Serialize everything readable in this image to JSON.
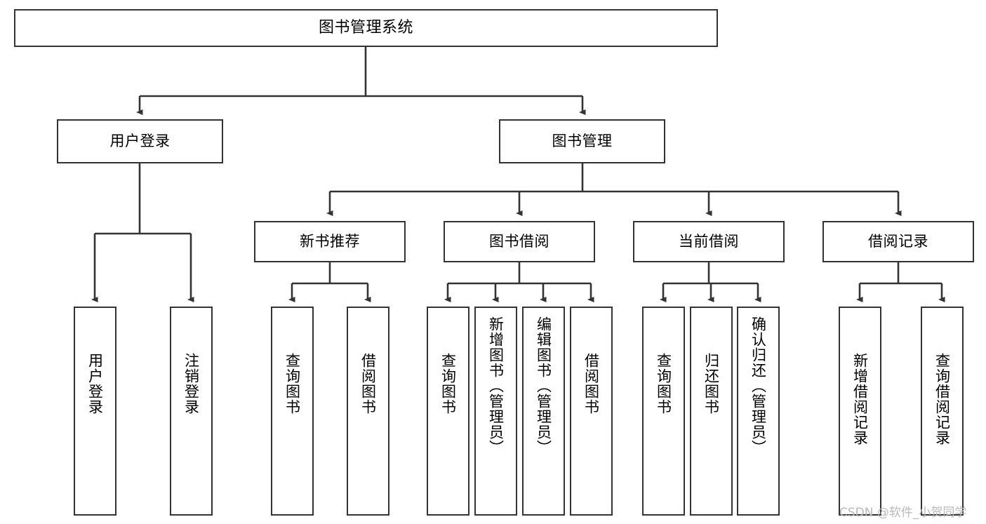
{
  "diagram": {
    "title": "图书管理系统",
    "type": "tree",
    "colors": {
      "border": "#333333",
      "box_fill": "#ffffff",
      "edge": "#333333",
      "text": "#000000",
      "watermark": "#b9b9b9"
    },
    "root": {
      "label": "图书管理系统"
    },
    "level2": [
      {
        "label": "用户登录"
      },
      {
        "label": "图书管理"
      }
    ],
    "level3": [
      {
        "label": "新书推荐"
      },
      {
        "label": "图书借阅"
      },
      {
        "label": "当前借阅"
      },
      {
        "label": "借阅记录"
      }
    ],
    "leaves": {
      "user_login": [
        {
          "label": "用户登录"
        },
        {
          "label": "注销登录"
        }
      ],
      "new_book": [
        {
          "label": "查询图书"
        },
        {
          "label": "借阅图书"
        }
      ],
      "book_borrow": [
        {
          "label": "查询图书"
        },
        {
          "label": "新增图书（管理员）"
        },
        {
          "label": "编辑图书（管理员）"
        },
        {
          "label": "借阅图书"
        }
      ],
      "current_borrow": [
        {
          "label": "查询图书"
        },
        {
          "label": "归还图书"
        },
        {
          "label": "确认归还（管理员）"
        }
      ],
      "borrow_record": [
        {
          "label": "新增借阅记录"
        },
        {
          "label": "查询借阅记录"
        }
      ]
    }
  },
  "watermark": {
    "text": "CSDN @软件_小贺同学"
  }
}
